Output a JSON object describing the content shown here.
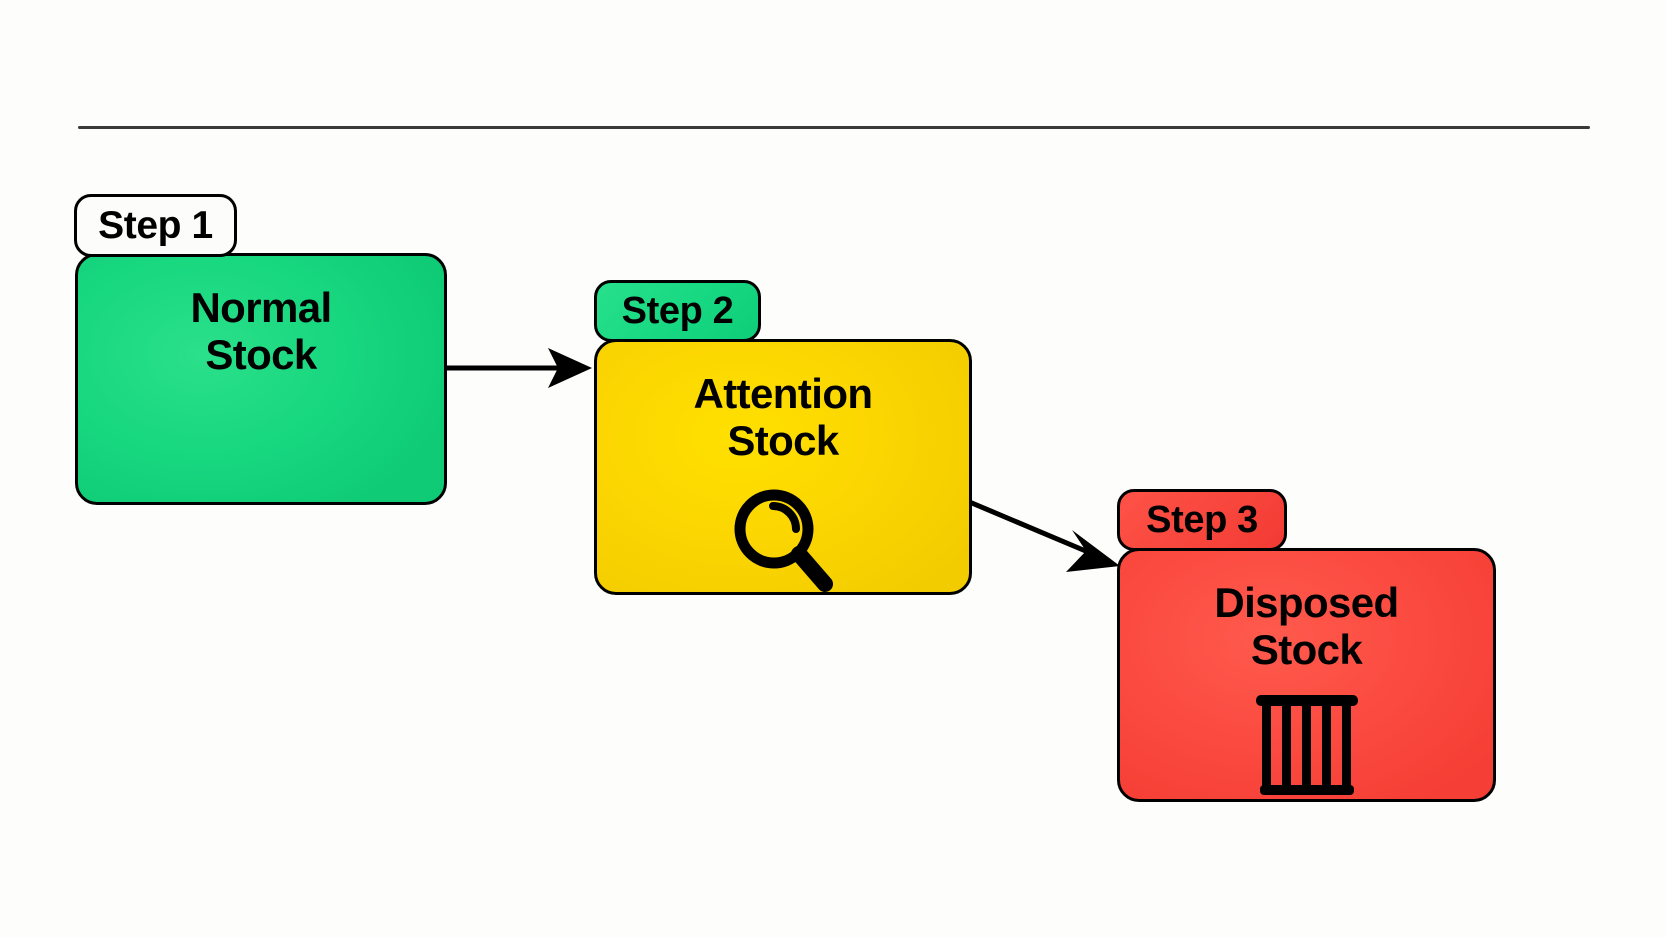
{
  "diagram": {
    "background_color": "#FDFDFB",
    "divider": {
      "name": "top-divider-rule",
      "color": "#3A3A3A"
    },
    "steps": [
      {
        "badge_label": "Step 1",
        "title": "Normal\nStock",
        "color": "#17D77F",
        "badge_color": "#FCFCFA",
        "icon": "none"
      },
      {
        "badge_label": "Step 2",
        "title": "Attention\nStock",
        "color": "#FBD501",
        "badge_color": "#16D781",
        "icon": "magnifying-glass-icon"
      },
      {
        "badge_label": "Step 3",
        "title": "Disposed\nStock",
        "color": "#FB4A40",
        "badge_color": "#F7453C",
        "icon": "trash-can-icon"
      }
    ],
    "connectors": [
      {
        "name": "arrow-step1-to-step2",
        "from": "Step 1",
        "to": "Step 2",
        "color": "#000000"
      },
      {
        "name": "arrow-step2-to-step3",
        "from": "Step 2",
        "to": "Step 3",
        "color": "#000000"
      }
    ]
  }
}
